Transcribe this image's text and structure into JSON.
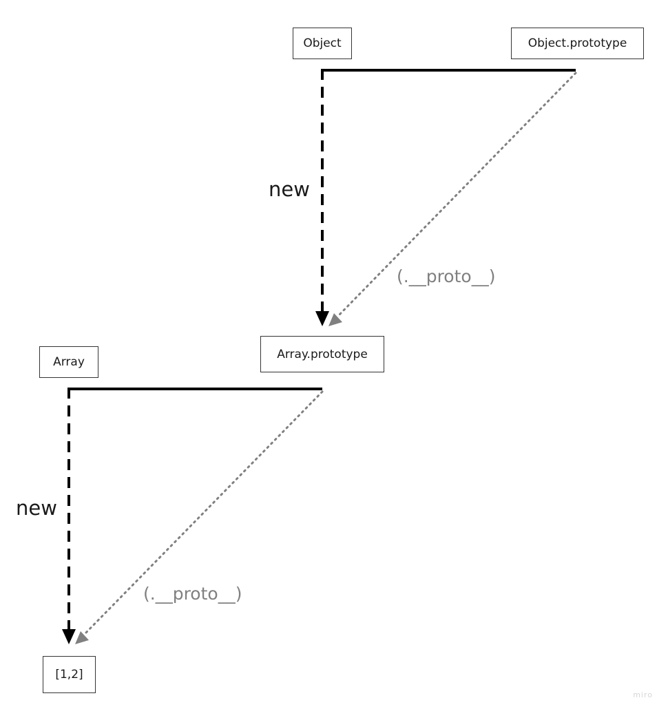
{
  "diagram": {
    "nodes": {
      "object": "Object",
      "object_prototype": "Object.prototype",
      "array_prototype": "Array.prototype",
      "array": "Array",
      "array_instance": "[1,2]"
    },
    "edges": {
      "object_new_label": "new",
      "object_proto_label": "(.__proto__)",
      "array_new_label": "new",
      "array_proto_label": "(.__proto__)"
    },
    "colors": {
      "solid": "#000000",
      "proto": "#808080",
      "border": "#333333"
    }
  },
  "watermark": "miro"
}
